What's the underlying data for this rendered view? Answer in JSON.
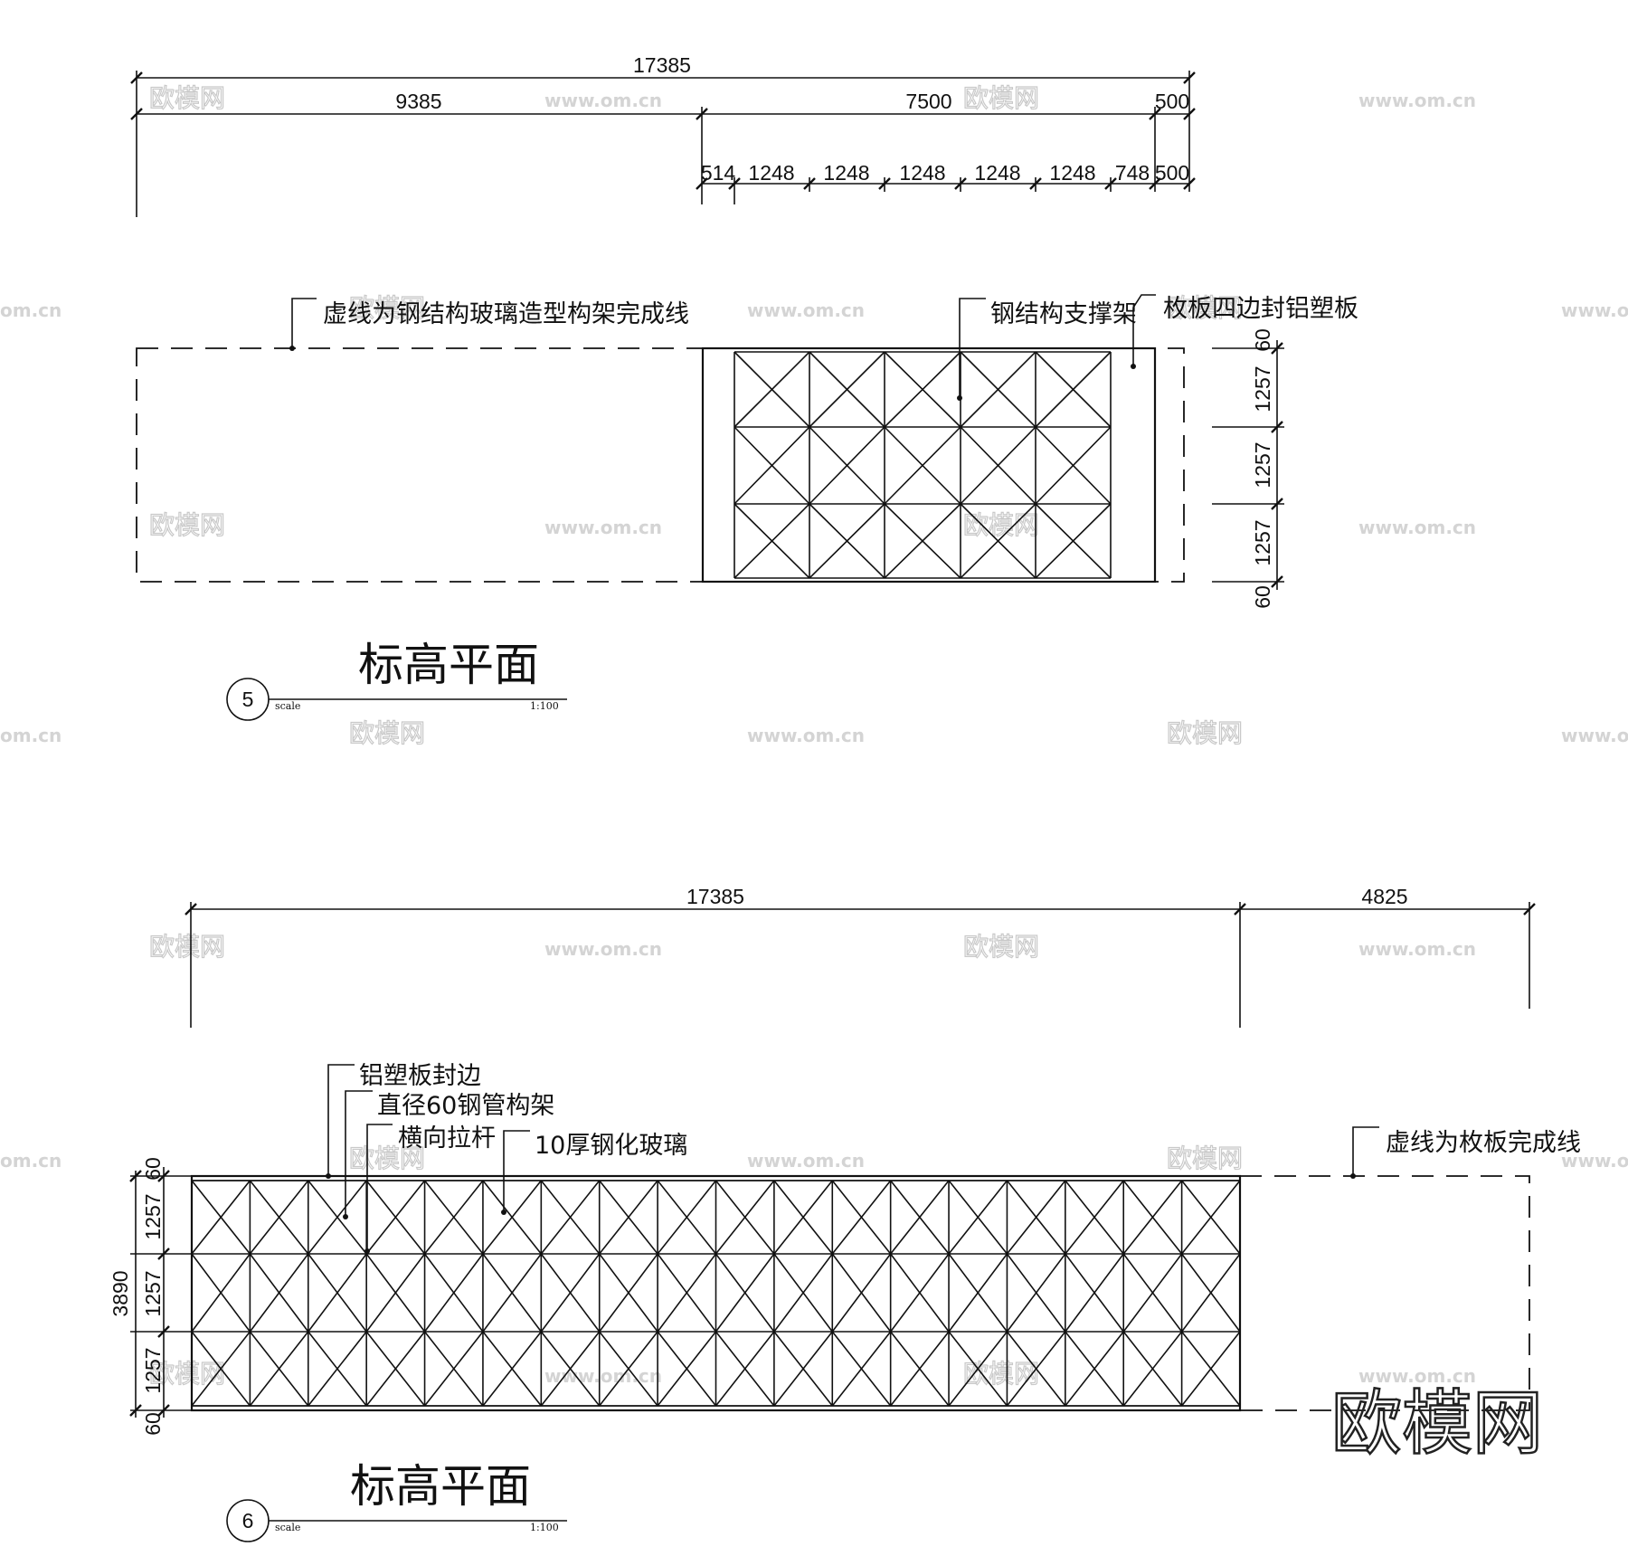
{
  "plan_5": {
    "overall_dim": "17385",
    "split_dims": [
      "9385",
      "7500",
      "500"
    ],
    "sub_dims": [
      "514",
      "1248",
      "1248",
      "1248",
      "1248",
      "1248",
      "748",
      "500"
    ],
    "side_dims": [
      "60",
      "1257",
      "1257",
      "1257",
      "60"
    ],
    "note_dashed": "虚线为钢结构玻璃造型构架完成线",
    "note_support": "钢结构支撑架",
    "note_edge": "枚板四边封铝塑板",
    "title": "标高平面",
    "number": "5",
    "scale_label": "scale",
    "scale_value": "1:100"
  },
  "plan_6": {
    "overall_dim": "17385",
    "extra_dim": "4825",
    "left_total": "3890",
    "side_dims": [
      "60",
      "1257",
      "1257",
      "1257",
      "60"
    ],
    "note_edge": "铝塑板封边",
    "note_pipe": "直径60钢管构架",
    "note_tie": "横向拉杆",
    "note_glass": "10厚钢化玻璃",
    "note_dashed": "虚线为枚板完成线",
    "title": "标高平面",
    "number": "6",
    "scale_label": "scale",
    "scale_value": "1:100"
  },
  "watermark": {
    "logo": "欧模网",
    "url": "www.om.cn",
    "url_short": "om.cn"
  }
}
